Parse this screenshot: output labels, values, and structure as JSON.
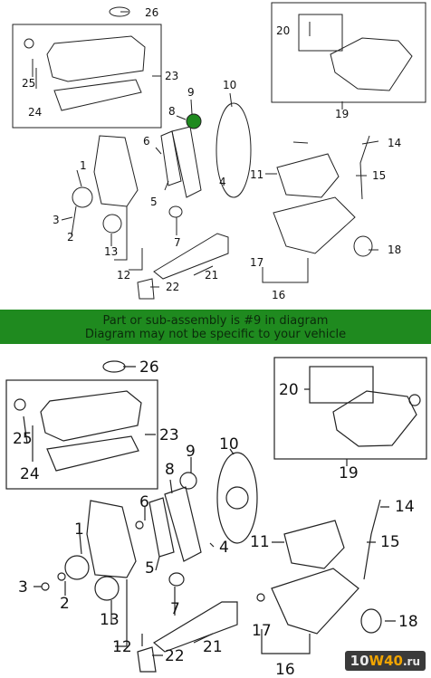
{
  "banner": {
    "line1": "Part or sub-assembly is #9 in diagram",
    "line2": "Diagram may not be specific to your vehicle"
  },
  "highlight_color": "#1f8a1f",
  "top_labels": [
    "1",
    "2",
    "3",
    "4",
    "5",
    "6",
    "7",
    "8",
    "9",
    "10",
    "11",
    "12",
    "13",
    "14",
    "15",
    "16",
    "17",
    "18",
    "19",
    "20",
    "21",
    "22",
    "23",
    "24",
    "25",
    "26"
  ],
  "bottom_labels": [
    "1",
    "2",
    "3",
    "4",
    "5",
    "6",
    "7",
    "8",
    "9",
    "10",
    "11",
    "12",
    "13",
    "14",
    "15",
    "16",
    "17",
    "18",
    "19",
    "20",
    "21",
    "22",
    "23",
    "24",
    "25",
    "26"
  ],
  "watermark": {
    "part1": "10",
    "part2": "W40",
    "part3": ".ru"
  }
}
